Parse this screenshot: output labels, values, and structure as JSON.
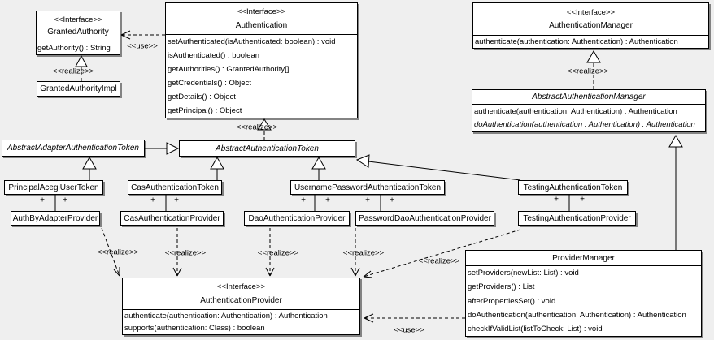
{
  "diagram": {
    "title": "Acegi Security authentication UML class diagram",
    "background_color": "#efefef",
    "box_fill_color": "#ffffff",
    "line_color": "#000000"
  },
  "labels": {
    "realize": "<<realize>>",
    "use": "<<use>>",
    "plus": "+"
  },
  "boxes": {
    "granted_authority": {
      "stereotype": "<<Interface>>",
      "name": "GrantedAuthority",
      "methods": [
        "getAuthority() : String"
      ]
    },
    "granted_authority_impl": {
      "name": "GrantedAuthorityImpl"
    },
    "authentication": {
      "stereotype": "<<Interface>>",
      "name": "Authentication",
      "methods": [
        "setAuthenticated(isAuthenticated: boolean) : void",
        "isAuthenticated() : boolean",
        "getAuthorities() : GrantedAuthority[]",
        "getCredentials() : Object",
        "getDetails() : Object",
        "getPrincipal() : Object"
      ]
    },
    "authentication_manager": {
      "stereotype": "<<Interface>>",
      "name": "AuthenticationManager",
      "methods": [
        "authenticate(authentication: Authentication) : Authentication"
      ]
    },
    "abstract_authentication_manager": {
      "name": "AbstractAuthenticationManager",
      "methods": [
        "authenticate(authentication: Authentication) : Authentication",
        "doAuthentication(authentication : Authentication) : Authentication"
      ]
    },
    "abstract_adapter_authentication_token": {
      "name": "AbstractAdapterAuthenticationToken"
    },
    "abstract_authentication_token": {
      "name": "AbstractAuthenticationToken"
    },
    "principal_acegi_user_token": {
      "name": "PrincipalAcegiUserToken"
    },
    "cas_authentication_token": {
      "name": "CasAuthenticationToken"
    },
    "username_password_authentication_token": {
      "name": "UsernamePasswordAuthenticationToken"
    },
    "testing_authentication_token": {
      "name": "TestingAuthenticationToken"
    },
    "auth_by_adapter_provider": {
      "name": "AuthByAdapterProvider"
    },
    "cas_authentication_provider": {
      "name": "CasAuthenticationProvider"
    },
    "dao_authentication_provider": {
      "name": "DaoAuthenticationProvider"
    },
    "password_dao_authentication_provider": {
      "name": "PasswordDaoAuthenticationProvider"
    },
    "testing_authentication_provider": {
      "name": "TestingAuthenticationProvider"
    },
    "authentication_provider": {
      "stereotype": "<<Interface>>",
      "name": "AuthenticationProvider",
      "methods": [
        "authenticate(authentication: Authentication) : Authentication",
        "supports(authentication: Class) : boolean"
      ]
    },
    "provider_manager": {
      "name": "ProviderManager",
      "methods": [
        "setProviders(newList: List) : void",
        "getProviders() : List",
        "afterPropertiesSet() : void",
        "doAuthentication(authentication: Authentication) : Authentication",
        "checkIfValidList(listToCheck: List) : void"
      ]
    }
  }
}
